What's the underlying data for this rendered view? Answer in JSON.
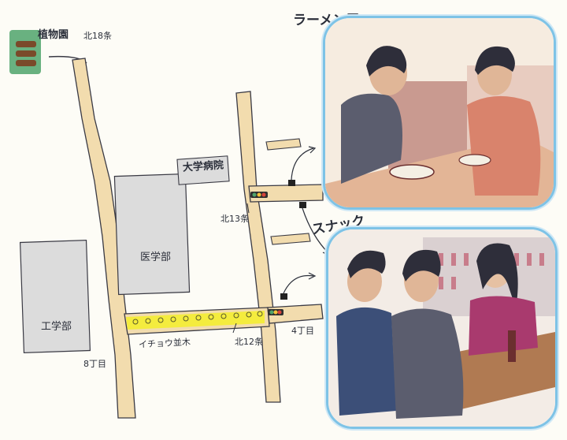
{
  "colors": {
    "road_fill": "#f2dcae",
    "road_edge": "#3a3a44",
    "building_fill": "#dcdcdc",
    "ginkgo_highlight": "#f4ee2a",
    "frame_border": "#7ec3e6",
    "park_green": "#4fa36b",
    "traffic_light": "#d7433b"
  },
  "map": {
    "park_label": "植物園",
    "north18_label": "北18条",
    "hospital_label": "大学病院",
    "north13_label": "北13条",
    "medical_label": "医学部",
    "engineering_label": "工学部",
    "ginkgo_label": "イチョウ並木",
    "north12_label": "北12条",
    "chome4_label": "4丁目",
    "chome8_label": "8丁目"
  },
  "panels": {
    "ramen": {
      "label": "ラーメン屋"
    },
    "snack": {
      "label": "スナック"
    }
  }
}
